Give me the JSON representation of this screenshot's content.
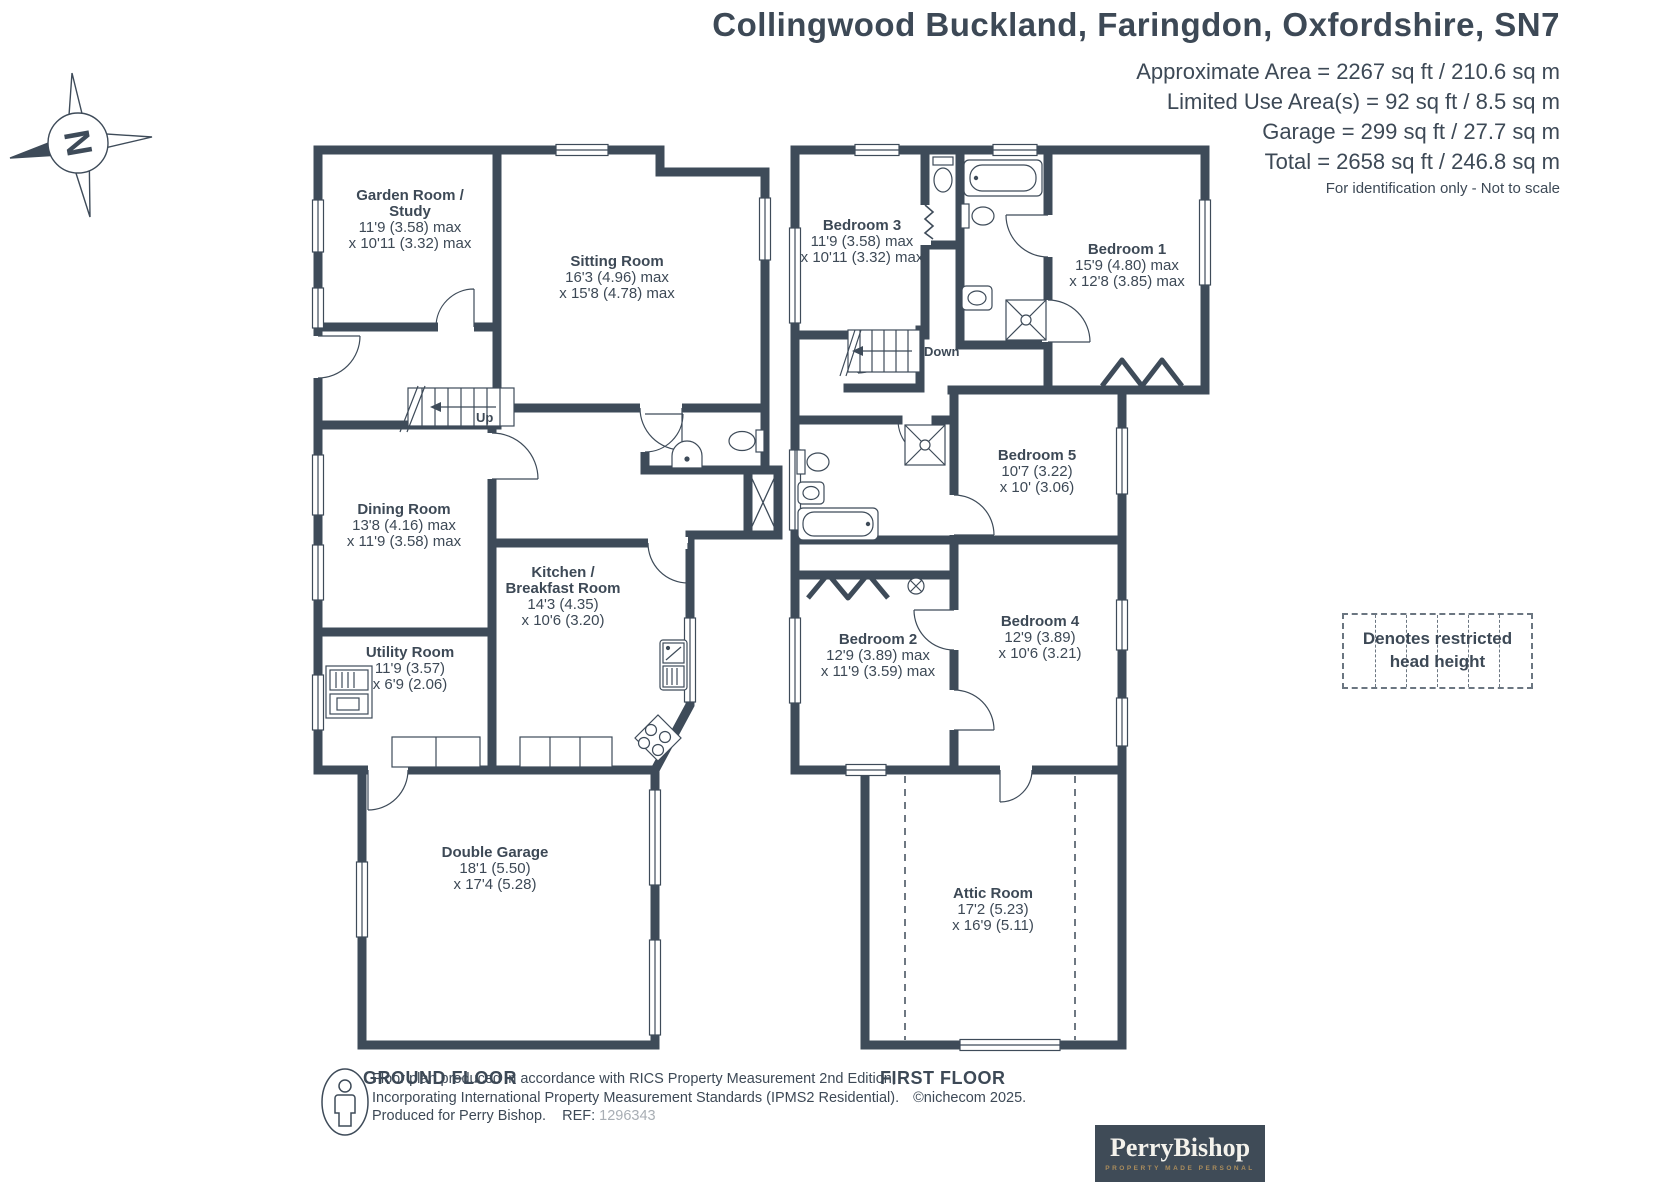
{
  "header": {
    "title": "Collingwood Buckland, Faringdon, Oxfordshire, SN7",
    "area_lines": [
      "Approximate Area = 2267 sq ft / 210.6 sq m",
      "Limited Use Area(s) = 92 sq ft / 8.5 sq m",
      "Garage = 299 sq ft / 27.7 sq m",
      "Total = 2658 sq ft / 246.8 sq m"
    ],
    "disclaimer": "For identification only - Not to scale"
  },
  "compass": {
    "letter": "N"
  },
  "ground_floor": {
    "label": "GROUND FLOOR",
    "stairs_label": "Up",
    "rooms": [
      {
        "id": "garden-room",
        "name": "Garden Room /",
        "name2": "Study",
        "dim1": "11'9 (3.58) max",
        "dim2": "x 10'11 (3.32) max"
      },
      {
        "id": "sitting-room",
        "name": "Sitting Room",
        "dim1": "16'3 (4.96) max",
        "dim2": "x 15'8 (4.78) max"
      },
      {
        "id": "dining-room",
        "name": "Dining Room",
        "dim1": "13'8 (4.16) max",
        "dim2": "x 11'9 (3.58) max"
      },
      {
        "id": "kitchen",
        "name": "Kitchen /",
        "name2": "Breakfast Room",
        "dim1": "14'3 (4.35)",
        "dim2": "x 10'6 (3.20)"
      },
      {
        "id": "utility-room",
        "name": "Utility Room",
        "dim1": "11'9 (3.57)",
        "dim2": "x 6'9 (2.06)"
      },
      {
        "id": "double-garage",
        "name": "Double Garage",
        "dim1": "18'1 (5.50)",
        "dim2": "x 17'4 (5.28)"
      }
    ]
  },
  "first_floor": {
    "label": "FIRST FLOOR",
    "stairs_label": "Down",
    "rooms": [
      {
        "id": "bedroom-3",
        "name": "Bedroom 3",
        "dim1": "11'9 (3.58) max",
        "dim2": "x 10'11 (3.32) max"
      },
      {
        "id": "bedroom-1",
        "name": "Bedroom 1",
        "dim1": "15'9 (4.80) max",
        "dim2": "x 12'8 (3.85) max"
      },
      {
        "id": "bedroom-5",
        "name": "Bedroom 5",
        "dim1": "10'7 (3.22)",
        "dim2": "x 10' (3.06)"
      },
      {
        "id": "bedroom-2",
        "name": "Bedroom 2",
        "dim1": "12'9 (3.89) max",
        "dim2": "x 11'9 (3.59) max"
      },
      {
        "id": "bedroom-4",
        "name": "Bedroom 4",
        "dim1": "12'9 (3.89)",
        "dim2": "x 10'6 (3.21)"
      },
      {
        "id": "attic-room",
        "name": "Attic Room",
        "dim1": "17'2 (5.23)",
        "dim2": "x 16'9 (5.11)"
      }
    ]
  },
  "legend": {
    "line1": "Denotes restricted",
    "line2": "head height"
  },
  "footer": {
    "line1": "Floor plan produced in accordance with RICS Property Measurement 2nd Edition,",
    "line2": "Incorporating International Property Measurement Standards (IPMS2 Residential).",
    "copyright": "©nichecom 2025.",
    "line3": "Produced for Perry Bishop.",
    "ref_label": "REF:",
    "ref_number": "1296343",
    "logo_name": "PerryBishop",
    "logo_tagline": "PROPERTY MADE PERSONAL"
  },
  "colors": {
    "wall": "#3e4b59",
    "text": "#3d4956",
    "gold": "#ab8d5c",
    "ref_gray": "#a8aeb4"
  }
}
